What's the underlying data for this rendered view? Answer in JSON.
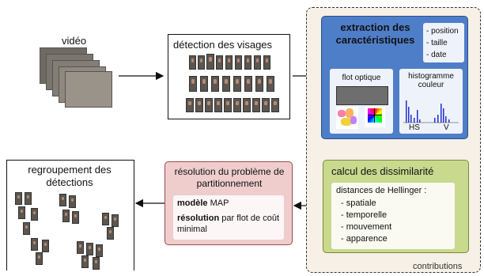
{
  "nodes": {
    "video": {
      "label": "vidéo"
    },
    "face_detection": {
      "label": "détection des visages"
    },
    "feature_extraction": {
      "title": "extraction des caractéristiques",
      "attributes": [
        "- position",
        "- taille",
        "- date"
      ],
      "optical_flow_label": "flot optique",
      "color_histogram_label": "histogramme couleur",
      "hs_label": "HS",
      "v_label": "V"
    },
    "dissimilarity": {
      "title": "calcul des dissimilarité",
      "distances_heading": "distances de Hellinger :",
      "distances": [
        "- spatiale",
        "- temporelle",
        "- mouvement",
        "- apparence"
      ]
    },
    "partitioning": {
      "title": "résolution du problème de partitionnement",
      "model_bold": "modèle",
      "model_value": "MAP",
      "resolution_bold": "résolution",
      "resolution_value": "par flot de coût minimal"
    },
    "clustering": {
      "label": "regroupement des détections"
    }
  },
  "contributions_label": "contributions",
  "colors": {
    "contributions_bg": "#f6f0e6",
    "blue_box": "#4f7ec8",
    "green_box": "#c9d98e",
    "red_box": "#efcdcd",
    "histogram": "#1f2fd0"
  }
}
